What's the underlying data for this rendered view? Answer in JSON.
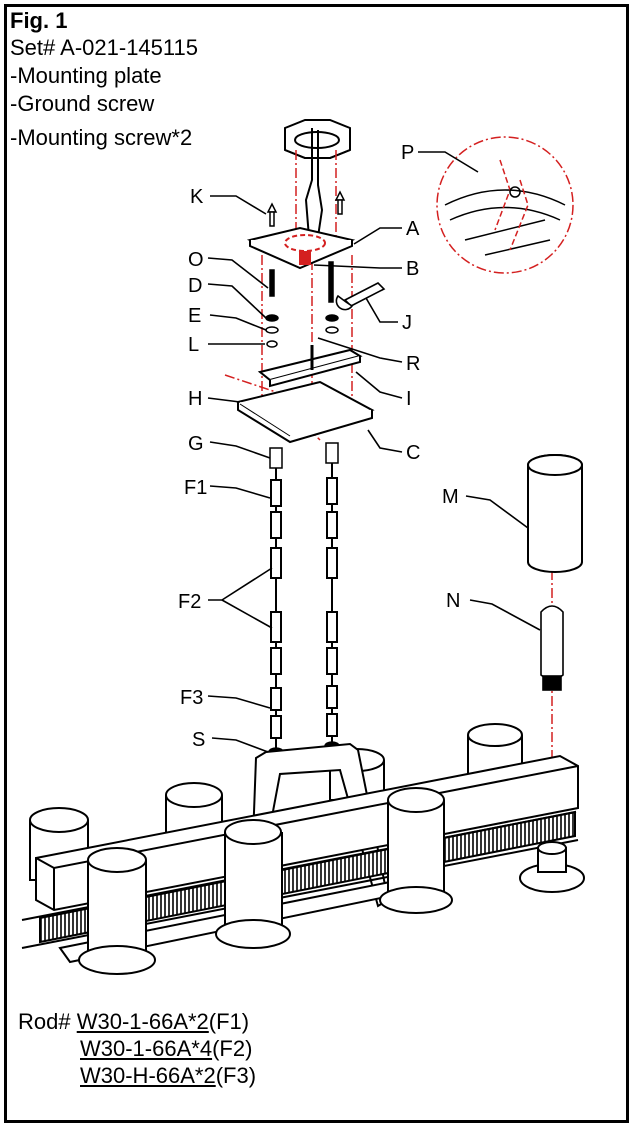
{
  "figure": {
    "title": "Fig. 1",
    "set_number": "Set# A-021-145115",
    "set_items": [
      "-Mounting plate",
      "-Ground screw",
      "-Mounting screw*2"
    ]
  },
  "callouts": [
    "P",
    "K",
    "A",
    "O",
    "B",
    "D",
    "E",
    "J",
    "L",
    "R",
    "H",
    "I",
    "C",
    "G",
    "F1",
    "M",
    "F2",
    "N",
    "F3",
    "S"
  ],
  "rods": {
    "prefix": "Rod#",
    "rows": [
      {
        "part": "W30-1-66A*2",
        "suffix": "(F1)"
      },
      {
        "part": "W30-1-66A*4",
        "suffix": "(F2)"
      },
      {
        "part": "W30-H-66A*2",
        "suffix": "(F3)"
      }
    ]
  },
  "colors": {
    "line": "#000000",
    "red_dash": "#d42020"
  }
}
